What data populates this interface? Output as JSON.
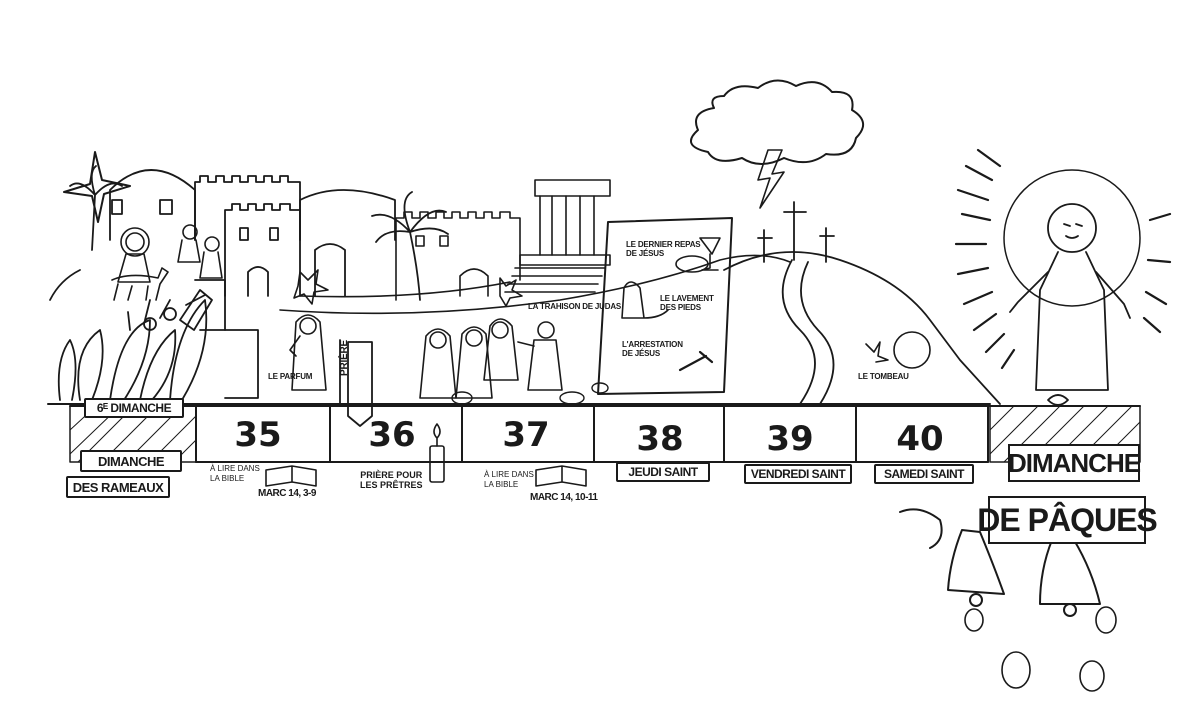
{
  "scene_labels": {
    "le_parfum": "LE PARFUM",
    "la_trahison": "LA TRAHISON DE JUDAS",
    "le_tombeau": "LE TOMBEAU",
    "priere_flag": "PRIÈRE"
  },
  "panel": {
    "item1_line1": "LE DERNIER REPAS",
    "item1_line2": "DE JÉSUS",
    "item2_line1": "LE LAVEMENT",
    "item2_line2": "DES PIEDS",
    "item3_line1": "L'ARRESTATION",
    "item3_line2": "DE JÉSUS"
  },
  "sunday_start": {
    "week_label": "6ᴱ DIMANCHE",
    "line1": "DIMANCHE",
    "line2": "DES RAMEAUX"
  },
  "days": [
    {
      "number": "35",
      "note_line1": "À LIRE DANS",
      "note_line2": "LA BIBLE",
      "reference": "MARC 14, 3-9",
      "icon": "open-bible-icon"
    },
    {
      "number": "36",
      "note_line1": "PRIÈRE POUR",
      "note_line2": "LES PRÊTRES",
      "icon": "candle-icon"
    },
    {
      "number": "37",
      "note_line1": "À LIRE DANS",
      "note_line2": "LA BIBLE",
      "reference": "MARC 14, 10-11",
      "icon": "open-bible-icon"
    },
    {
      "number": "38",
      "label": "JEUDI SAINT"
    },
    {
      "number": "39",
      "label": "VENDREDI SAINT"
    },
    {
      "number": "40",
      "label": "SAMEDI SAINT"
    }
  ],
  "easter": {
    "line1": "DIMANCHE",
    "line2": "DE PÂQUES"
  },
  "colors": {
    "ink": "#1a1a1a",
    "paper": "#ffffff"
  }
}
